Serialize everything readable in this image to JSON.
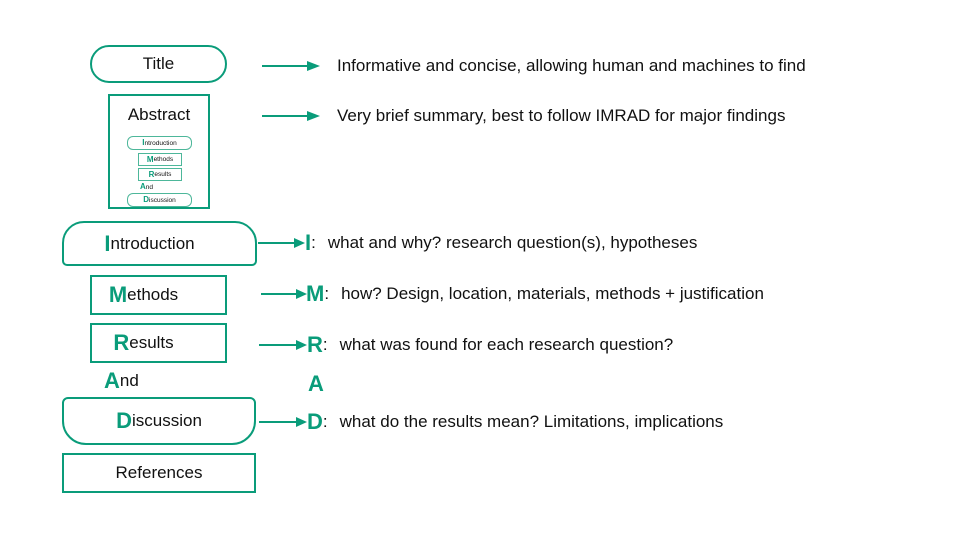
{
  "palette": {
    "teal": "#0a9c7a",
    "teal_mini_border": "#4db79a",
    "text": "#111111",
    "background": "#ffffff"
  },
  "diagram": {
    "title": {
      "label": "Title",
      "desc": "Informative and concise, allowing human and machines to find"
    },
    "abstract": {
      "label": "Abstract",
      "desc": "Very brief summary, best to follow IMRAD for major findings",
      "mini": [
        {
          "lead": "I",
          "rest": "ntroduction"
        },
        {
          "lead": "M",
          "rest": "ethods"
        },
        {
          "lead": "R",
          "rest": "esults"
        },
        {
          "lead": "A",
          "rest": "nd"
        },
        {
          "lead": "D",
          "rest": "iscussion"
        }
      ]
    },
    "sections": [
      {
        "lead": "I",
        "rest": "ntroduction",
        "key": "I",
        "colon": ":",
        "desc": "what and why? research question(s), hypotheses"
      },
      {
        "lead": "M",
        "rest": "ethods",
        "key": "M",
        "colon": ":",
        "desc": "how? Design, location, materials, methods + justification"
      },
      {
        "lead": "R",
        "rest": "esults",
        "key": "R",
        "colon": ":",
        "desc": "what was found for each research question?"
      },
      {
        "lead": "A",
        "rest": "nd",
        "key": "A",
        "colon": "",
        "desc": ""
      },
      {
        "lead": "D",
        "rest": "iscussion",
        "key": "D",
        "colon": ":",
        "desc": "what do the results mean? Limitations, implications"
      }
    ],
    "references": {
      "label": "References"
    }
  }
}
